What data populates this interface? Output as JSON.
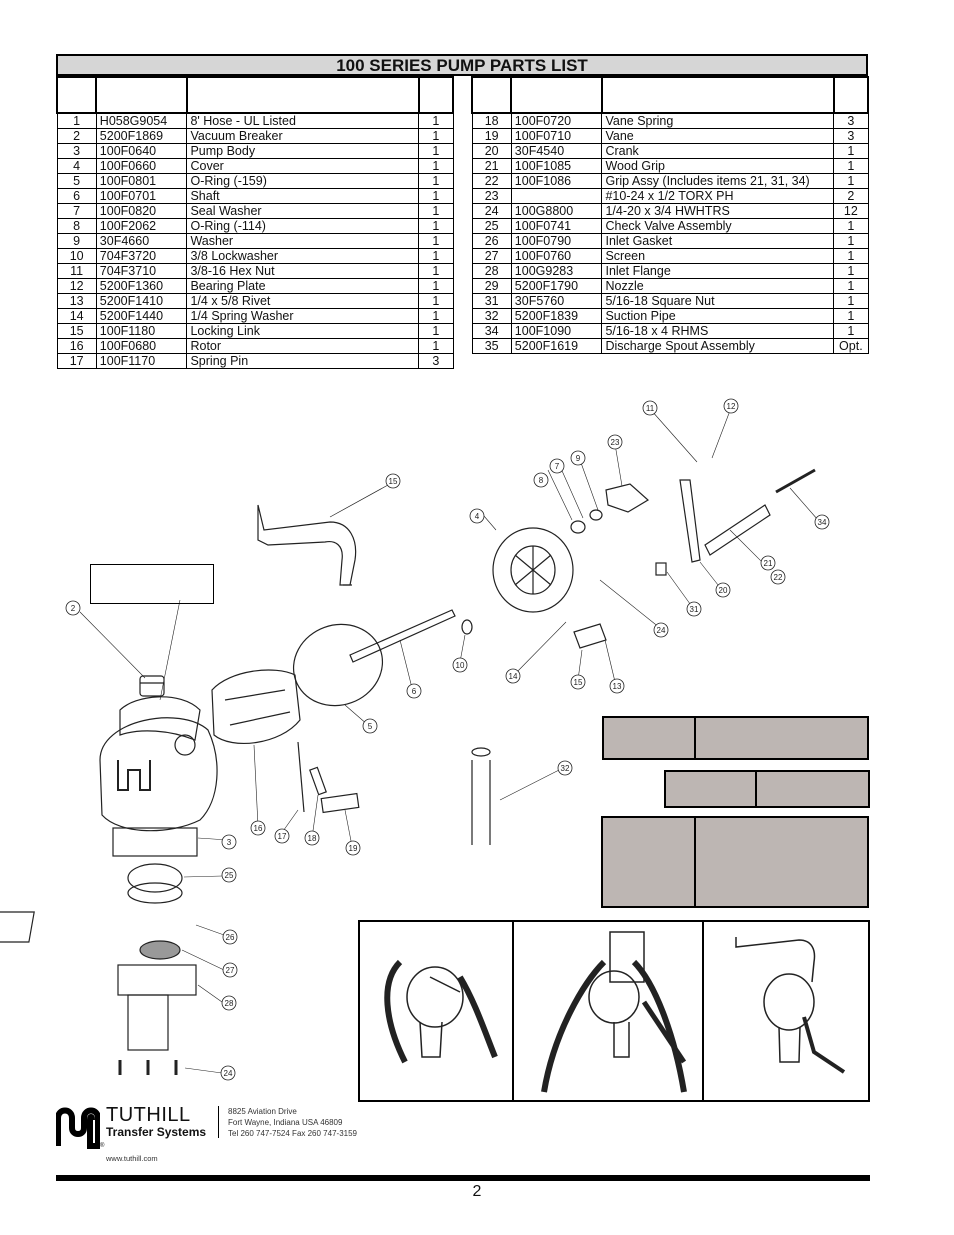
{
  "title": "100 SERIES PUMP PARTS LIST",
  "parts_left": [
    {
      "no": "1",
      "part": "H058G9054",
      "desc": "8' Hose - UL Listed",
      "qty": "1"
    },
    {
      "no": "2",
      "part": "5200F1869",
      "desc": "Vacuum Breaker",
      "qty": "1"
    },
    {
      "no": "3",
      "part": "100F0640",
      "desc": "Pump Body",
      "qty": "1"
    },
    {
      "no": "4",
      "part": "100F0660",
      "desc": "Cover",
      "qty": "1"
    },
    {
      "no": "5",
      "part": "100F0801",
      "desc": "O-Ring (-159)",
      "qty": "1"
    },
    {
      "no": "6",
      "part": "100F0701",
      "desc": "Shaft",
      "qty": "1"
    },
    {
      "no": "7",
      "part": "100F0820",
      "desc": "Seal Washer",
      "qty": "1"
    },
    {
      "no": "8",
      "part": "100F2062",
      "desc": "O-Ring (-114)",
      "qty": "1"
    },
    {
      "no": "9",
      "part": "30F4660",
      "desc": "Washer",
      "qty": "1"
    },
    {
      "no": "10",
      "part": "704F3720",
      "desc": "3/8 Lockwasher",
      "qty": "1"
    },
    {
      "no": "11",
      "part": "704F3710",
      "desc": "3/8-16 Hex Nut",
      "qty": "1"
    },
    {
      "no": "12",
      "part": "5200F1360",
      "desc": "Bearing Plate",
      "qty": "1"
    },
    {
      "no": "13",
      "part": "5200F1410",
      "desc": "1/4 x 5/8 Rivet",
      "qty": "1"
    },
    {
      "no": "14",
      "part": "5200F1440",
      "desc": "1/4 Spring Washer",
      "qty": "1"
    },
    {
      "no": "15",
      "part": "100F1180",
      "desc": "Locking Link",
      "qty": "1"
    },
    {
      "no": "16",
      "part": "100F0680",
      "desc": "Rotor",
      "qty": "1"
    },
    {
      "no": "17",
      "part": "100F1170",
      "desc": "Spring Pin",
      "qty": "3"
    }
  ],
  "parts_right": [
    {
      "no": "18",
      "part": "100F0720",
      "desc": "Vane Spring",
      "qty": "3"
    },
    {
      "no": "19",
      "part": "100F0710",
      "desc": "Vane",
      "qty": "3"
    },
    {
      "no": "20",
      "part": "30F4540",
      "desc": "Crank",
      "qty": "1"
    },
    {
      "no": "21",
      "part": "100F1085",
      "desc": "Wood Grip",
      "qty": "1"
    },
    {
      "no": "22",
      "part": "100F1086",
      "desc": "Grip Assy (Includes items 21, 31, 34)",
      "qty": "1"
    },
    {
      "no": "23",
      "part": "",
      "desc": "#10-24 x 1/2 TORX PH",
      "qty": "2"
    },
    {
      "no": "24",
      "part": "100G8800",
      "desc": "1/4-20 x 3/4 HWHTRS",
      "qty": "12"
    },
    {
      "no": "25",
      "part": "100F0741",
      "desc": "Check Valve Assembly",
      "qty": "1"
    },
    {
      "no": "26",
      "part": "100F0790",
      "desc": "Inlet Gasket",
      "qty": "1"
    },
    {
      "no": "27",
      "part": "100F0760",
      "desc": "Screen",
      "qty": "1"
    },
    {
      "no": "28",
      "part": "100G9283",
      "desc": "Inlet Flange",
      "qty": "1"
    },
    {
      "no": "29",
      "part": "5200F1790",
      "desc": "Nozzle",
      "qty": "1"
    },
    {
      "no": "31",
      "part": "30F5760",
      "desc": "5/16-18 Square Nut",
      "qty": "1"
    },
    {
      "no": "32",
      "part": "5200F1839",
      "desc": "Suction Pipe",
      "qty": "1"
    },
    {
      "no": "34",
      "part": "100F1090",
      "desc": "5/16-18 x 4 RHMS",
      "qty": "1"
    },
    {
      "no": "35",
      "part": "5200F1619",
      "desc": "Discharge Spout Assembly",
      "qty": "Opt."
    }
  ],
  "callouts": [
    "2",
    "3",
    "4",
    "5",
    "6",
    "7",
    "8",
    "9",
    "10",
    "11",
    "12",
    "13",
    "14",
    "15",
    "15",
    "16",
    "17",
    "18",
    "19",
    "20",
    "21",
    "22",
    "23",
    "24",
    "24",
    "25",
    "26",
    "27",
    "28",
    "31",
    "32",
    "34"
  ],
  "logo": {
    "brand": "TUTHILL",
    "sub": "Transfer Systems",
    "registered": "®"
  },
  "address": [
    "8825 Aviation Drive",
    "Fort Wayne, Indiana USA 46809",
    "Tel 260 747-7524  Fax 260 747-3159"
  ],
  "website": "www.tuthill.com",
  "page_number": "2"
}
